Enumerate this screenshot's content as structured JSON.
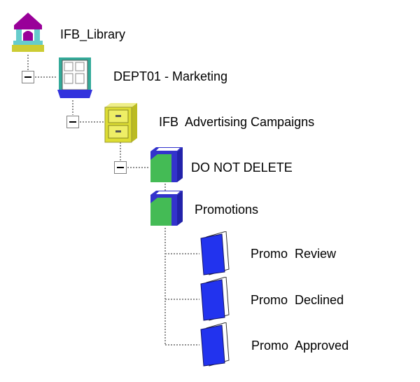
{
  "tree": {
    "library": {
      "label": "IFB_Library",
      "icon": "library-house-icon"
    },
    "department": {
      "label": "DEPT01 - Marketing",
      "icon": "door-icon"
    },
    "cabinet": {
      "label": "IFB  Advertising Campaigns",
      "icon": "file-cabinet-icon"
    },
    "drawers": [
      {
        "label": "DO NOT DELETE",
        "icon": "drawer-icon"
      },
      {
        "label": "Promotions",
        "icon": "drawer-icon"
      }
    ],
    "folders": [
      {
        "label": "Promo  Review",
        "icon": "folder-icon"
      },
      {
        "label": "Promo  Declined",
        "icon": "folder-icon"
      },
      {
        "label": "Promo  Approved",
        "icon": "folder-icon"
      }
    ]
  },
  "colors": {
    "house_roof": "#990099",
    "house_walls": "#66cccc",
    "house_base": "#cccc33",
    "door_frame": "#33aa99",
    "door_base": "#3333dd",
    "cabinet_body": "#dddd33",
    "cabinet_drawer": "#eeee66",
    "drawer_blue": "#3333cc",
    "drawer_green": "#44bb55",
    "folder_blue": "#2233ee"
  }
}
